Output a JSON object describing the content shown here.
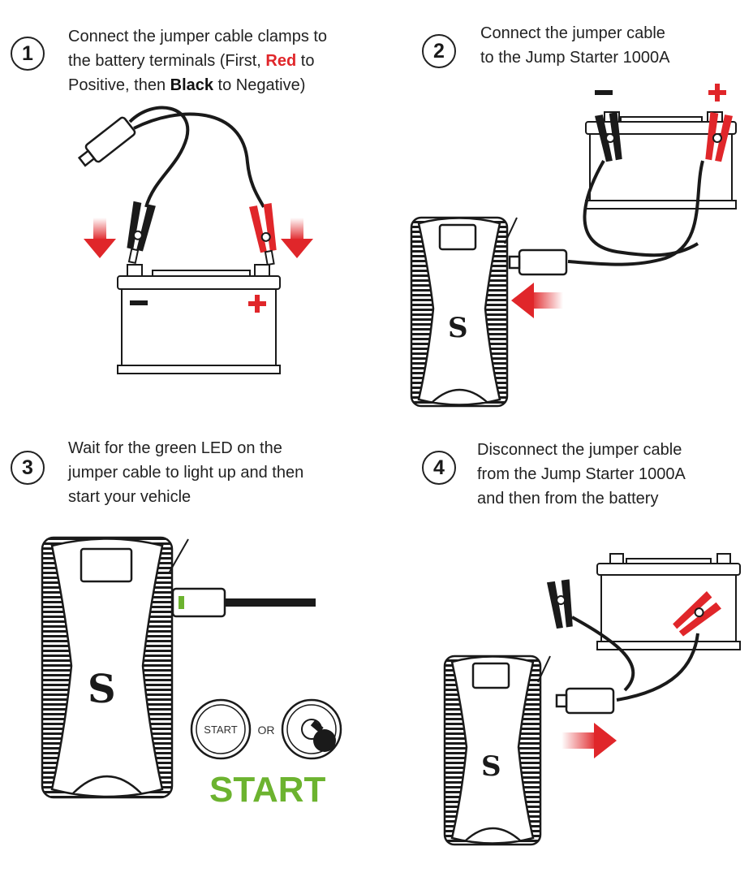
{
  "steps": [
    {
      "number": "1",
      "text_parts": [
        "Connect the jumper cable clamps to",
        "the battery terminals (First, ",
        "Red",
        " to",
        "Positive, then ",
        "Black",
        " to Negative)"
      ]
    },
    {
      "number": "2",
      "lines": [
        "Connect the jumper cable",
        "to the Jump Starter 1000A"
      ]
    },
    {
      "number": "3",
      "lines": [
        "Wait for the green LED on the",
        "jumper cable to light up and then",
        "start your vehicle"
      ]
    },
    {
      "number": "4",
      "lines": [
        "Disconnect the jumper cable",
        "from the Jump Starter 1000A",
        "and then from the battery"
      ]
    }
  ],
  "start_button_label": "START",
  "or_label": "OR",
  "big_start_label": "START",
  "battery_minus_symbol": "−",
  "battery_plus_symbol": "+",
  "colors": {
    "red": "#e0262a",
    "green": "#6cb32f",
    "dark": "#1a1a1a"
  }
}
